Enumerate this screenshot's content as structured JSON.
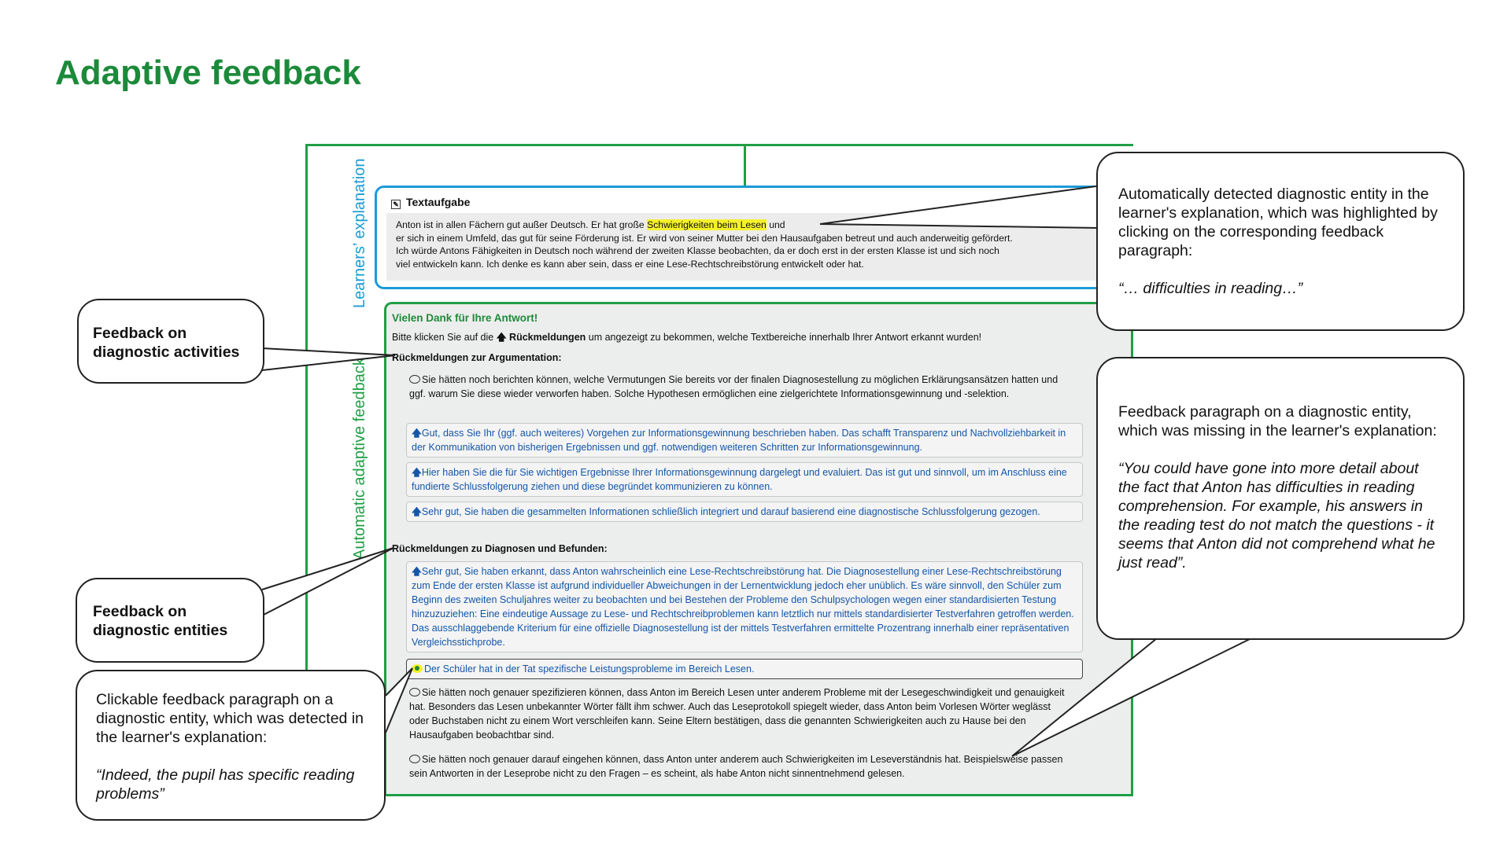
{
  "title": "Adaptive feedback",
  "vertical_labels": {
    "learner": "Learners’ explanation",
    "feedback": "Automatic adaptive feedback"
  },
  "task": {
    "header": "Textaufgabe",
    "text_before": "Anton ist in allen Fächern gut außer Deutsch. Er hat große ",
    "highlight": "Schwierigkeiten beim Lesen",
    "text_after": " und ",
    "line2": "er sich in einem Umfeld, das gut für seine Förderung ist. Er wird von seiner Mutter bei den Hausaufgaben betreut und auch anderweitig gefördert.",
    "line3": "Ich würde Antons Fähigkeiten in Deutsch noch während der zweiten Klasse beobachten, da er doch erst in der ersten Klasse ist und sich noch",
    "line4": "viel entwickeln kann. Ich denke es kann aber sein, dass er eine Lese-Rechtschreibstörung entwickelt oder hat."
  },
  "feedback": {
    "thanks": "Vielen Dank für Ihre Antwort!",
    "instruction_before": "Bitte klicken Sie auf die ",
    "instruction_bold": "Rückmeldungen",
    "instruction_after": " um angezeigt zu bekommen, welche Textbereiche innerhalb Ihrer Antwort erkannt wurden!",
    "section1_heading": "Rückmeldungen zur Argumentation:",
    "section1_plain": "Sie hätten noch berichten können, welche Vermutungen Sie bereits vor der finalen Diagnosestellung zu möglichen Erklärungsansätzen hatten und ggf. warum Sie diese wieder verworfen haben. Solche Hypothesen ermöglichen eine zielgerichtete Informationsgewinnung und -selektion.",
    "section1_items": [
      "Gut, dass Sie Ihr (ggf. auch weiteres) Vorgehen zur Informationsgewinnung beschrieben haben. Das schafft Transparenz und Nachvollziehbarkeit in der Kommunikation von bisherigen Ergebnissen und ggf. notwendigen weiteren Schritten zur Informationsgewinnung.",
      "Hier haben Sie die für Sie wichtigen Ergebnisse Ihrer Informationsgewinnung dargelegt und evaluiert. Das ist gut und sinnvoll, um im Anschluss eine fundierte Schlussfolgerung ziehen und diese begründet kommunizieren zu können.",
      "Sehr gut, Sie haben die gesammelten Informationen schließlich integriert und darauf basierend eine diagnostische Schlussfolgerung gezogen."
    ],
    "section2_heading": "Rückmeldungen zu Diagnosen und Befunden:",
    "section2_item1": "Sehr gut, Sie haben erkannt, dass Anton wahrscheinlich eine Lese-Rechtschreibstörung hat. Die Diagnosestellung einer Lese-Rechtschreibstörung zum Ende der ersten Klasse ist aufgrund individueller Abweichungen in der Lernentwicklung jedoch eher unüblich. Es wäre sinnvoll, den Schüler zum Beginn des zweiten Schuljahres weiter zu beobachten und bei Bestehen der Probleme den Schulpsychologen wegen einer standardisierten Testung hinzuzuziehen: Eine eindeutige Aussage zu Lese- und Rechtschreibproblemen kann letztlich nur mittels standardisierter Testverfahren getroffen werden. Das ausschlaggebende Kriterium für eine offizielle Diagnosestellung ist der mittels Testverfahren ermittelte Prozentrang innerhalb einer repräsentativen Vergleichsstichprobe.",
    "section2_item2": "Der Schüler hat in der Tat spezifische Leistungsprobleme im Bereich Lesen.",
    "section2_plain1": "Sie hätten noch genauer spezifizieren können, dass Anton im Bereich Lesen unter anderem Probleme mit der Lesegeschwindigkeit und genauigkeit hat. Besonders das Lesen unbekannter Wörter fällt ihm schwer. Auch das Leseprotokoll spiegelt wieder, dass Anton beim Vorlesen Wörter weglässt oder Buchstaben nicht zu einem Wort verschleifen kann. Seine Eltern bestätigen, dass die genannten Schwierigkeiten auch zu Hause bei den Hausaufgaben beobachtbar sind.",
    "section2_plain2": "Sie hätten noch genauer darauf eingehen können, dass Anton unter anderem auch Schwierigkeiten im Leseverständnis hat. Beispielsweise passen sein Antworten in der Leseprobe nicht zu den Fragen – es scheint, als habe Anton nicht sinnentnehmend gelesen."
  },
  "callouts": {
    "activities": "Feedback on diagnostic activities",
    "entities": "Feedback on diagnostic entities",
    "clickable": "Clickable feedback paragraph on a diagnostic entity, which was detected in the learner's explanation:",
    "clickable_quote": "“Indeed, the pupil has specific reading problems”",
    "detected": "Automatically detected diagnostic entity in the learner's explanation, which was highlighted by clicking on the corresponding feedback paragraph:",
    "detected_quote": "“… difficulties in reading…”",
    "missing": "Feedback paragraph on a diagnostic entity, which was missing in the learner's explanation:",
    "missing_quote": "“You could have gone into more detail about the fact that Anton has difficulties in reading comprehension. For example, his answers in the reading test do not match the questions - it seems that Anton did not comprehend what he just read”."
  },
  "colors": {
    "title_green": "#1b8a3a",
    "frame_green": "#1f9e45",
    "frame_blue": "#1a9bd7",
    "highlight_yellow": "#f5f12a",
    "feedback_link_blue": "#1456a8"
  }
}
